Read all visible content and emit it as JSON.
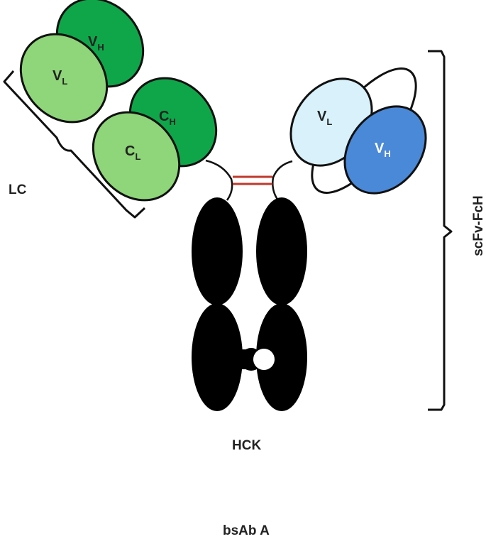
{
  "domains": {
    "left_vh": {
      "main": "V",
      "sub": "H"
    },
    "left_vl": {
      "main": "V",
      "sub": "L"
    },
    "left_ch": {
      "main": "C",
      "sub": "H"
    },
    "left_cl": {
      "main": "C",
      "sub": "L"
    },
    "right_vl": {
      "main": "V",
      "sub": "L"
    },
    "right_vh": {
      "main": "V",
      "sub": "H"
    }
  },
  "labels": {
    "lc": "LC",
    "hck": "HCK",
    "scfv_fch": "scFv-FcH",
    "title": "bsAb A"
  },
  "colors": {
    "vh_left": "#0fa64a",
    "vl_left": "#8ed679",
    "ch_left": "#0fa64a",
    "cl_left": "#8ed679",
    "vl_right": "#d8f1fb",
    "vh_right": "#4a88d8",
    "fc": "#000000",
    "disulfide": "#c0392b",
    "outline": "#111111"
  }
}
